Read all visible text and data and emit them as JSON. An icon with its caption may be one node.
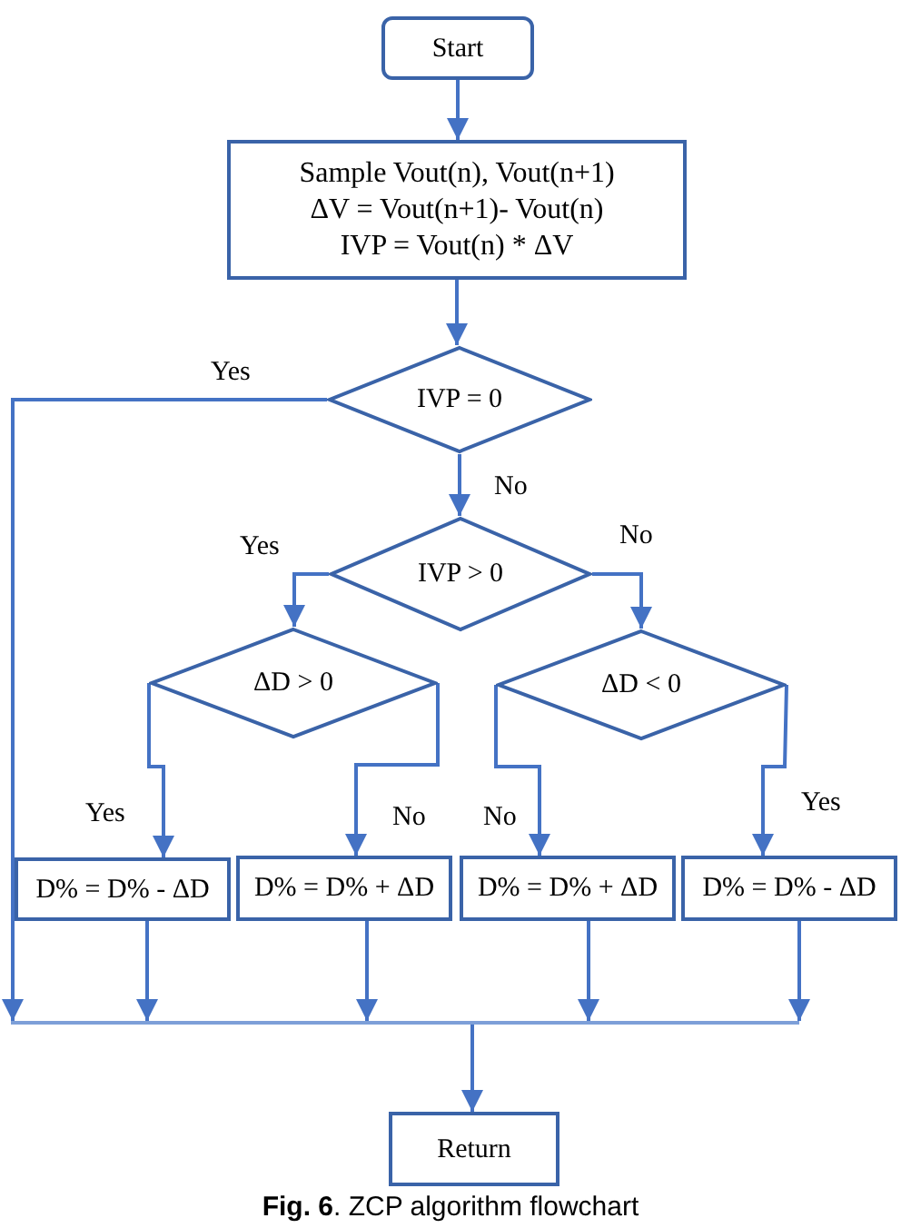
{
  "diagram": {
    "caption": "**Fig. 6**. ZCP algorithm flowchart",
    "nodes": [
      {
        "text": [
          "Start"
        ]
      },
      {
        "text": [
          "Sample Vout(n), Vout(n+1)",
          "ΔV = Vout(n+1)- Vout(n)",
          "IVP = Vout(n) * ΔV"
        ]
      },
      {
        "text": [
          "IVP = 0"
        ]
      },
      {
        "text": [
          "IVP > 0"
        ]
      },
      {
        "text": [
          "ΔD > 0"
        ]
      },
      {
        "text": [
          "ΔD < 0"
        ]
      },
      {
        "text": [
          "D% = D% - ΔD"
        ]
      },
      {
        "text": [
          "D% = D% + ΔD"
        ]
      },
      {
        "text": [
          "D% = D% + ΔD"
        ]
      },
      {
        "text": [
          "D% = D% - ΔD"
        ]
      },
      {
        "text": [],
        "shape": "bar"
      },
      {
        "text": [
          "Return"
        ]
      }
    ],
    "edges": [
      {
        "from": 0,
        "to": 1,
        "arrow": "to"
      },
      {
        "from": 1,
        "to": 2,
        "arrow": "to"
      },
      {
        "from": 2,
        "to": 10,
        "arrow": "to",
        "label": "Yes"
      },
      {
        "from": 2,
        "to": 3,
        "arrow": "to",
        "label": "No"
      },
      {
        "from": 3,
        "to": 4,
        "arrow": "to",
        "label": "Yes"
      },
      {
        "from": 3,
        "to": 5,
        "arrow": "to",
        "label": "No"
      },
      {
        "from": 4,
        "to": 6,
        "arrow": "to",
        "label": "Yes"
      },
      {
        "from": 4,
        "to": 7,
        "arrow": "to",
        "label": "No"
      },
      {
        "from": 5,
        "to": 8,
        "arrow": "to",
        "label": "No"
      },
      {
        "from": 5,
        "to": 9,
        "arrow": "to",
        "label": "Yes"
      },
      {
        "from": 6,
        "to": 10,
        "arrow": "to"
      },
      {
        "from": 7,
        "to": 10,
        "arrow": "to"
      },
      {
        "from": 8,
        "to": 10,
        "arrow": "to"
      },
      {
        "from": 9,
        "to": 10,
        "arrow": "to"
      },
      {
        "from": 10,
        "to": 11,
        "arrow": "to"
      }
    ]
  }
}
